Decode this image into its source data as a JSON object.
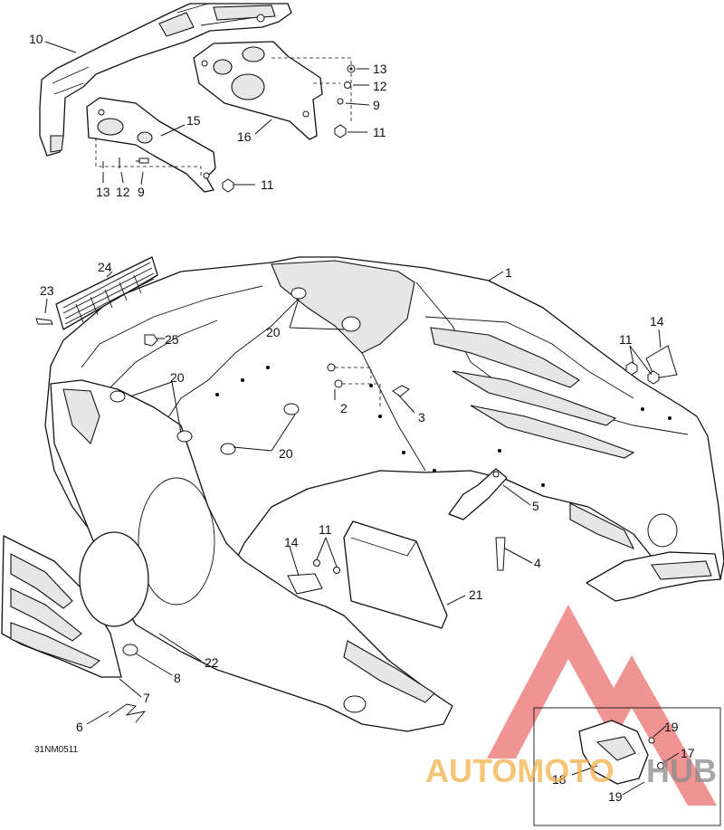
{
  "diagram": {
    "drawing_code": "31NM0511",
    "watermark": {
      "text_a": "AUTOMOTO",
      "text_b": "HUB",
      "color_a": "#f2b24a",
      "color_b": "#8a8a8a",
      "logo_color": "#e23b3b"
    },
    "callouts": {
      "c1": "1",
      "c2": "2",
      "c3": "3",
      "c4": "4",
      "c5": "5",
      "c6": "6",
      "c7": "7",
      "c8": "8",
      "c9a": "9",
      "c9b": "9",
      "c10": "10",
      "c11a": "11",
      "c11b": "11",
      "c11c": "11",
      "c11d": "11",
      "c12a": "12",
      "c12b": "12",
      "c13a": "13",
      "c13b": "13",
      "c14a": "14",
      "c14b": "14",
      "c15": "15",
      "c16": "16",
      "c17": "17",
      "c18": "18",
      "c19a": "19",
      "c19b": "19",
      "c20a": "20",
      "c20b": "20",
      "c20c": "20",
      "c21": "21",
      "c22": "22",
      "c23": "23",
      "c24": "24",
      "c25": "25"
    }
  }
}
